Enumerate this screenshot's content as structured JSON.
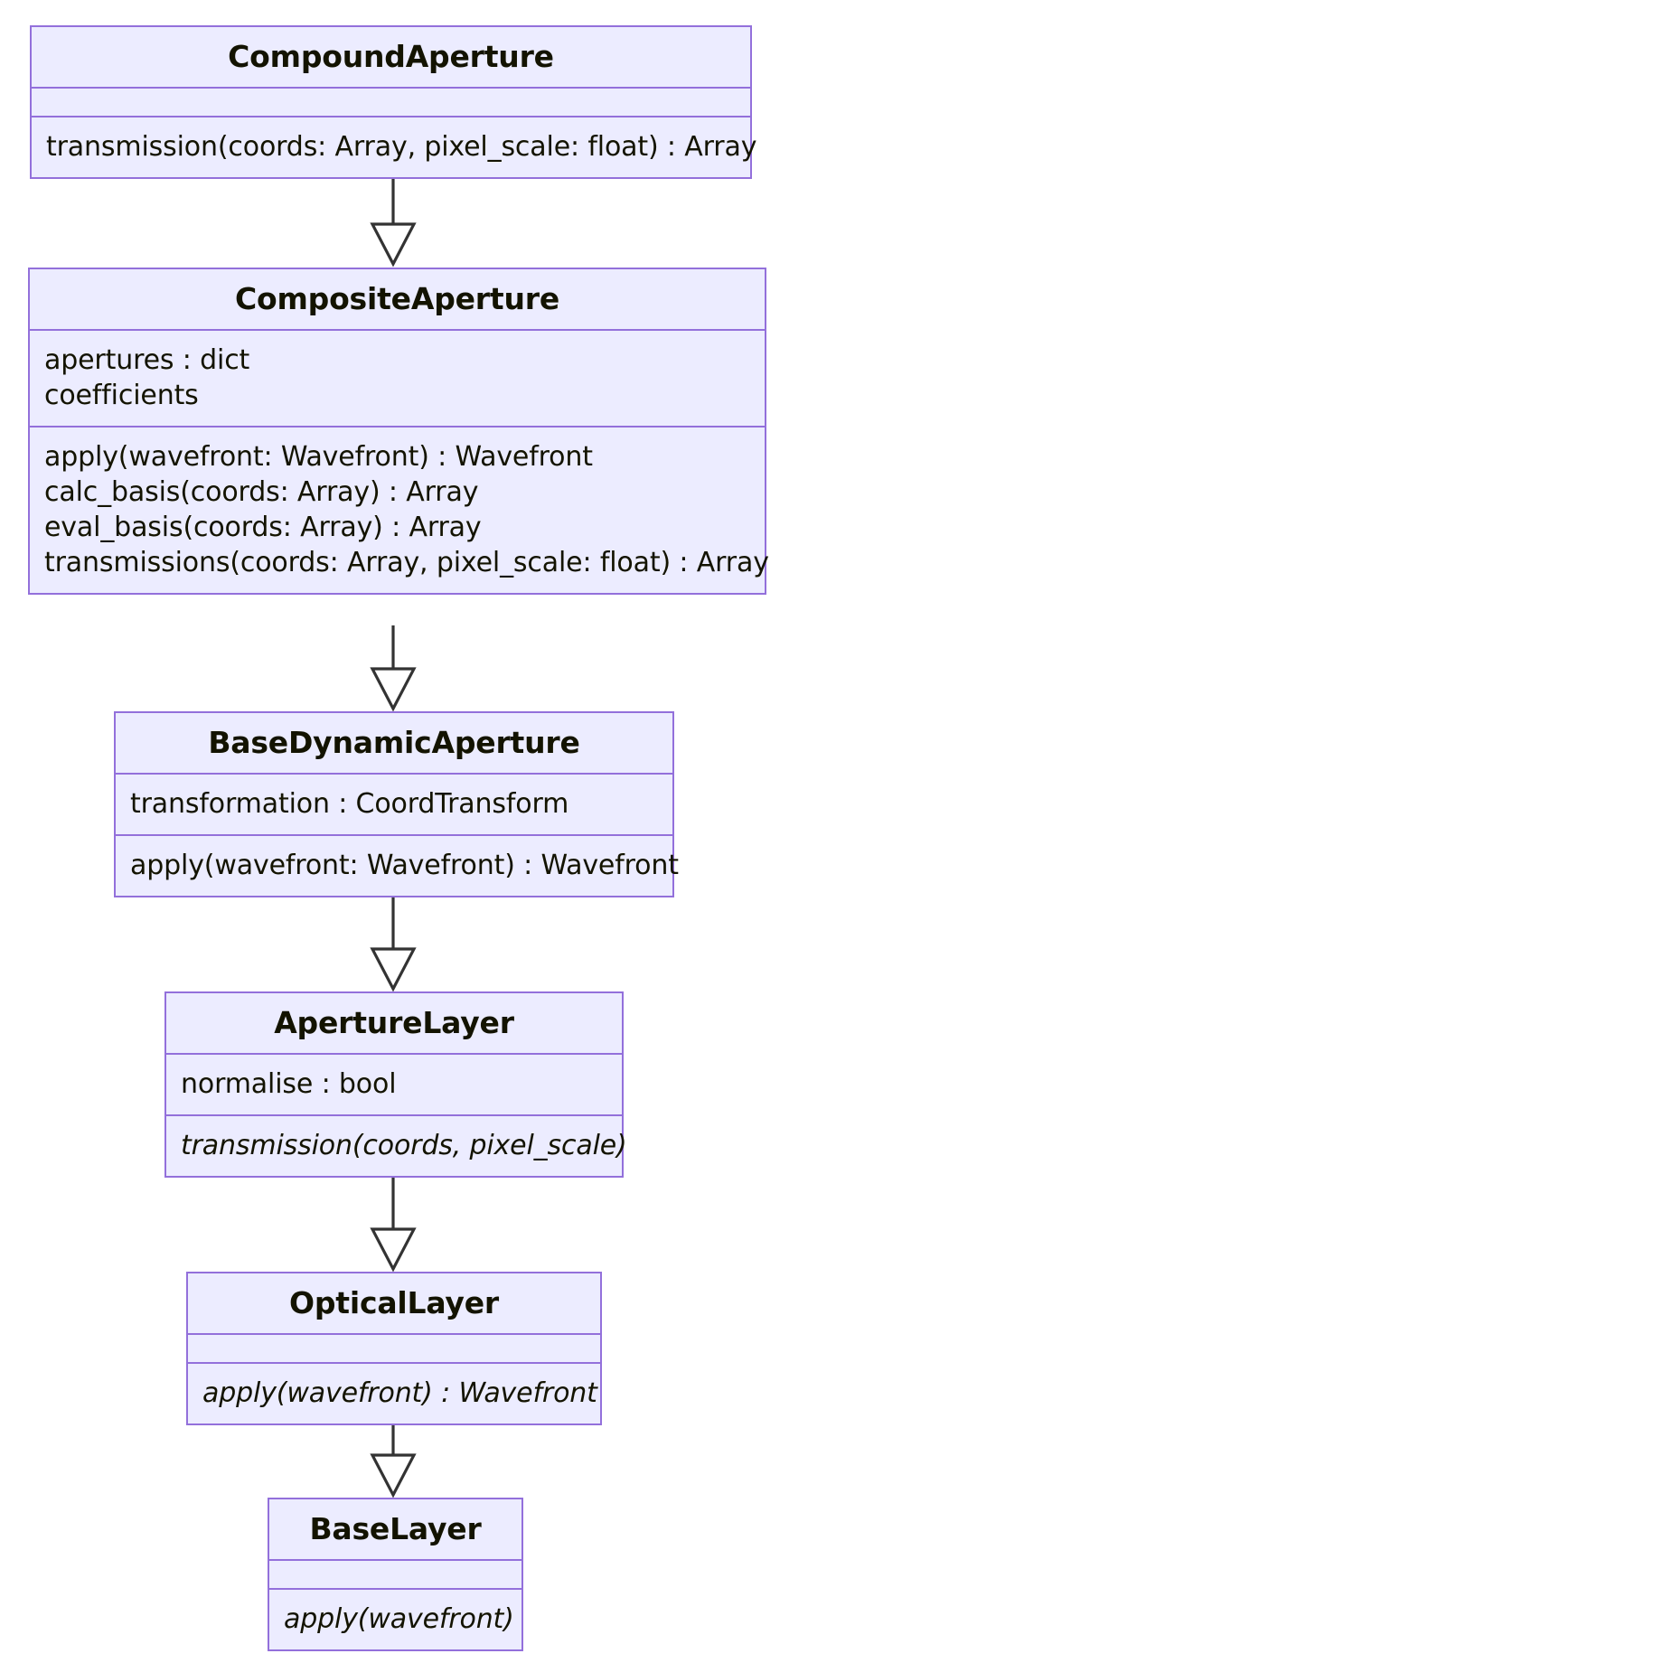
{
  "diagram": {
    "kind": "uml-class-diagram",
    "title": "",
    "colors": {
      "box_fill": "#ececff",
      "box_border": "#9370db",
      "text": "#131300",
      "edge": "#333333",
      "background": "#ffffff"
    },
    "relationship_type": "inheritance",
    "classes": [
      {
        "id": "compound-aperture",
        "name": "CompoundAperture",
        "attributes": [],
        "methods": [
          {
            "text": "transmission(coords: Array, pixel_scale: float) : Array",
            "abstract": false
          }
        ]
      },
      {
        "id": "composite-aperture",
        "name": "CompositeAperture",
        "attributes": [
          {
            "text": "apertures : dict",
            "abstract": false
          },
          {
            "text": "coefficients",
            "abstract": false
          }
        ],
        "methods": [
          {
            "text": "apply(wavefront: Wavefront) : Wavefront",
            "abstract": false
          },
          {
            "text": "calc_basis(coords: Array) : Array",
            "abstract": false
          },
          {
            "text": "eval_basis(coords: Array) : Array",
            "abstract": false
          },
          {
            "text": "transmissions(coords: Array, pixel_scale: float) : Array",
            "abstract": false
          }
        ]
      },
      {
        "id": "base-dynamic-aperture",
        "name": "BaseDynamicAperture",
        "attributes": [
          {
            "text": "transformation : CoordTransform",
            "abstract": false
          }
        ],
        "methods": [
          {
            "text": "apply(wavefront: Wavefront) : Wavefront",
            "abstract": false
          }
        ]
      },
      {
        "id": "aperture-layer",
        "name": "ApertureLayer",
        "attributes": [
          {
            "text": "normalise : bool",
            "abstract": false
          }
        ],
        "methods": [
          {
            "text": "transmission(coords, pixel_scale)",
            "abstract": true
          }
        ]
      },
      {
        "id": "optical-layer",
        "name": "OpticalLayer",
        "attributes": [],
        "methods": [
          {
            "text": "apply(wavefront) : Wavefront",
            "abstract": true
          }
        ]
      },
      {
        "id": "base-layer",
        "name": "BaseLayer",
        "attributes": [],
        "methods": [
          {
            "text": "apply(wavefront)",
            "abstract": true
          }
        ]
      }
    ],
    "edges": [
      {
        "from": "CompoundAperture",
        "to": "CompositeAperture",
        "type": "inheritance"
      },
      {
        "from": "CompositeAperture",
        "to": "BaseDynamicAperture",
        "type": "inheritance"
      },
      {
        "from": "BaseDynamicAperture",
        "to": "ApertureLayer",
        "type": "inheritance"
      },
      {
        "from": "ApertureLayer",
        "to": "OpticalLayer",
        "type": "inheritance"
      },
      {
        "from": "OpticalLayer",
        "to": "BaseLayer",
        "type": "inheritance"
      }
    ]
  }
}
